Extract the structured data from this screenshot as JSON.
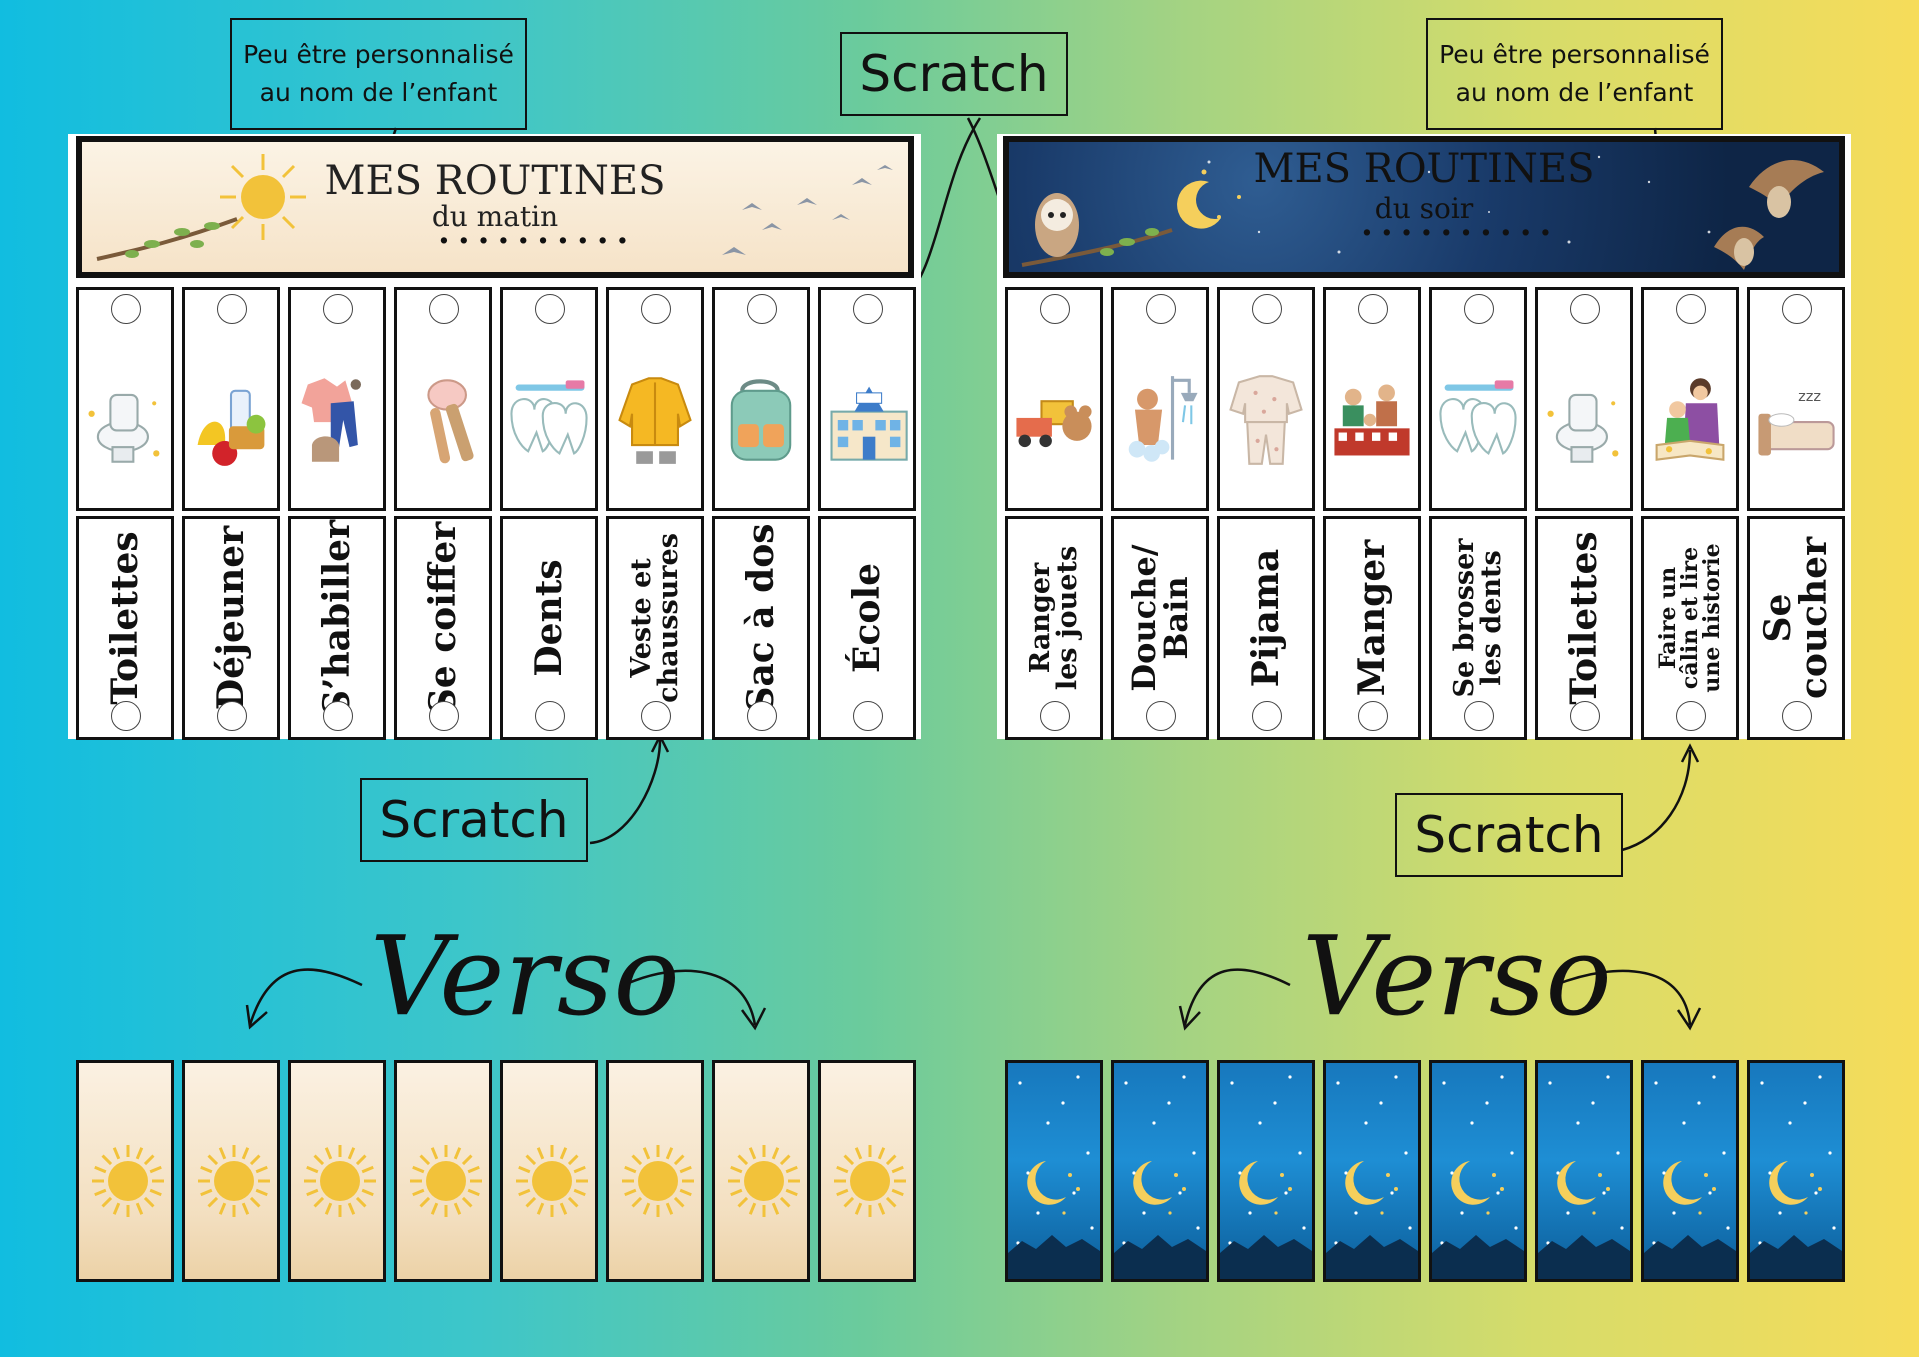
{
  "callouts": {
    "personalize_left": "Peu être personnalisé au nom de l’enfant",
    "personalize_right": "Peu être personnalisé au nom de l’enfant",
    "scratch_top": "Scratch",
    "scratch_left": "Scratch",
    "scratch_right": "Scratch"
  },
  "morning": {
    "title": "MES ROUTINES",
    "subtitle": "du matin",
    "name_dots": "..........",
    "cards": [
      {
        "label": "Toilettes",
        "icon": "toilet-icon"
      },
      {
        "label": "Déjeuner",
        "icon": "breakfast-icon"
      },
      {
        "label": "S’habiller",
        "icon": "clothes-icon"
      },
      {
        "label": "Se coiffer",
        "icon": "hairbrush-icon"
      },
      {
        "label": "Dents",
        "icon": "teeth-icon"
      },
      {
        "label": "Veste et chaussures",
        "icon": "jacket-icon"
      },
      {
        "label": "Sac à dos",
        "icon": "backpack-icon"
      },
      {
        "label": "École",
        "icon": "school-icon"
      }
    ]
  },
  "evening": {
    "title": "MES ROUTINES",
    "subtitle": "du soir",
    "name_dots": "..........",
    "cards": [
      {
        "label": "Ranger les jouets",
        "icon": "toys-icon"
      },
      {
        "label": "Douche/ Bain",
        "icon": "shower-icon"
      },
      {
        "label": "Pijama",
        "icon": "pajama-icon"
      },
      {
        "label": "Manger",
        "icon": "family-meal-icon"
      },
      {
        "label": "Se brosser les dents",
        "icon": "teeth-icon"
      },
      {
        "label": "Toilettes",
        "icon": "toilet-icon"
      },
      {
        "label": "Faire un câlin et lire une historie",
        "icon": "reading-hug-icon"
      },
      {
        "label": "Se coucher",
        "icon": "bed-icon"
      }
    ]
  },
  "verso": {
    "left_title": "Verso",
    "right_title": "Verso"
  },
  "colors": {
    "outline": "#111111",
    "sun": "#f2c23a",
    "moon": "#f5cf5c",
    "night_sky": "#1e8ed4"
  }
}
